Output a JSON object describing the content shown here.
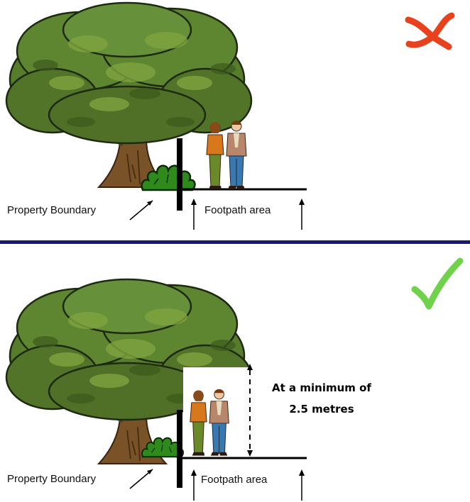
{
  "top_panel": {
    "status_icon": "red-cross-icon",
    "status_color": "#e8411c",
    "property_boundary_label": "Property Boundary",
    "footpath_label": "Footpath area"
  },
  "divider_color": "#1a1a7a",
  "bottom_panel": {
    "status_icon": "green-check-icon",
    "status_color": "#6fd24a",
    "property_boundary_label": "Property Boundary",
    "footpath_label": "Footpath area",
    "clearance_line1": "At a minimum of",
    "clearance_line2": "2.5 metres"
  }
}
